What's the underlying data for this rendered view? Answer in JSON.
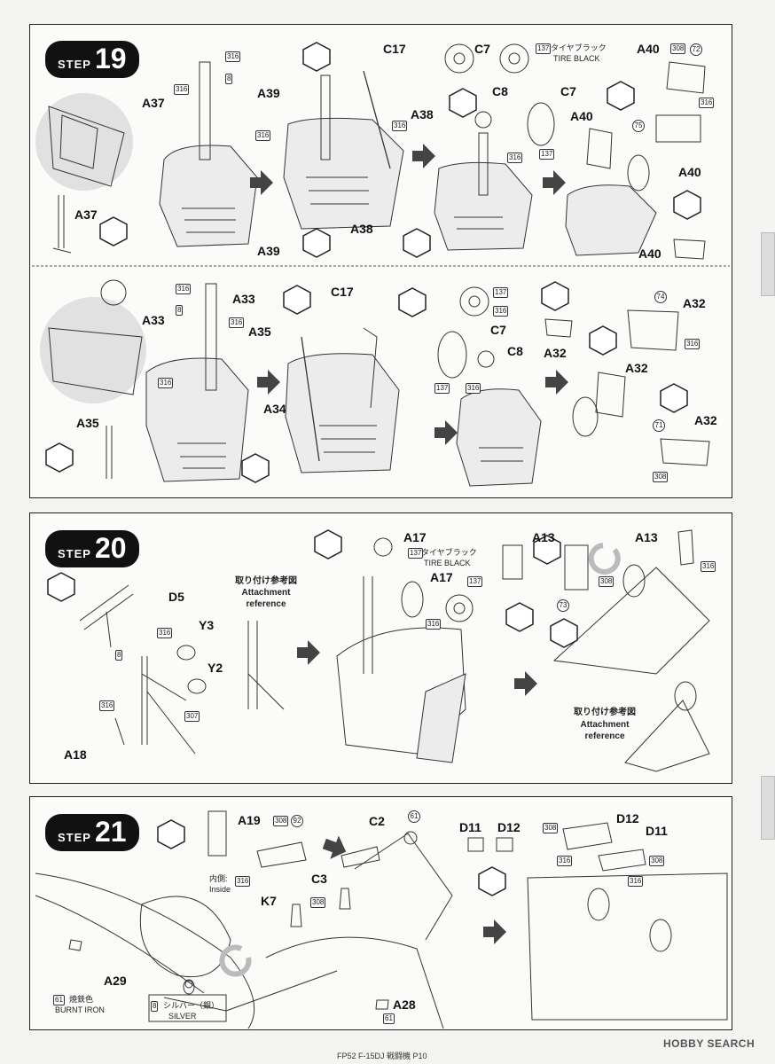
{
  "footer": {
    "text": "FP52 F-15DJ 戦闘機 P10"
  },
  "watermark": {
    "text": "HOBBY SEARCH"
  },
  "step19": {
    "step_word": "STEP",
    "step_number": "19",
    "labels": {
      "A37_top": "A37",
      "A39": "A39",
      "A37_bottom": "A37",
      "A39_bottom": "A39",
      "C17": "C17",
      "A38": "A38",
      "A38_bottom": "A38",
      "C7_top": "C7",
      "C8": "C8",
      "C7_mid": "C7",
      "A40_top": "A40",
      "A40_mid": "A40",
      "A40_right": "A40",
      "A40_bottom": "A40",
      "tire_jp": "タイヤブラック",
      "tire_en": "TIRE BLACK",
      "A33": "A33",
      "A35": "A35",
      "A35_bottom": "A35",
      "C17_b": "C17",
      "A34": "A34",
      "C7_b": "C7",
      "C8_b": "C8",
      "A32_a": "A32",
      "A32_b": "A32",
      "A32_c": "A32",
      "A32_d": "A32"
    },
    "codes": [
      "316",
      "8",
      "316",
      "316",
      "316",
      "137",
      "308",
      "72",
      "75",
      "316",
      "137",
      "316",
      "316",
      "8",
      "316",
      "316",
      "137",
      "316",
      "74",
      "316",
      "137",
      "316",
      "71",
      "308"
    ]
  },
  "step20": {
    "step_word": "STEP",
    "step_number": "20",
    "labels": {
      "D5": "D5",
      "Y3": "Y3",
      "Y2": "Y2",
      "A18": "A18",
      "A17_top": "A17",
      "A17_mid": "A17",
      "A13_a": "A13",
      "A13_b": "A13",
      "tire_jp": "タイヤブラック",
      "tire_en": "TIRE BLACK",
      "ref_jp": "取り付け参考図",
      "ref_en1": "Attachment",
      "ref_en2": "reference",
      "ref2_jp": "取り付け参考図",
      "ref2_en1": "Attachment",
      "ref2_en2": "reference"
    },
    "codes": [
      "316",
      "8",
      "307",
      "316",
      "137",
      "137",
      "316",
      "308",
      "73",
      "316"
    ]
  },
  "step21": {
    "step_word": "STEP",
    "step_number": "21",
    "labels": {
      "A19": "A19",
      "inside_jp": "内側:",
      "inside_en": "Inside",
      "C2": "C2",
      "C3": "C3",
      "K7": "K7",
      "A29": "A29",
      "A28": "A28",
      "D11_a": "D11",
      "D12_a": "D12",
      "D12_b": "D12",
      "D11_b": "D11",
      "burnt_jp": "焼鉄色",
      "burnt_en": "BURNT IRON",
      "silver_jp": "シルバー（銀）",
      "silver_en": "SILVER"
    },
    "codes": [
      "308",
      "92",
      "316",
      "61",
      "308",
      "61",
      "61",
      "8",
      "308",
      "316",
      "308",
      "316"
    ]
  }
}
